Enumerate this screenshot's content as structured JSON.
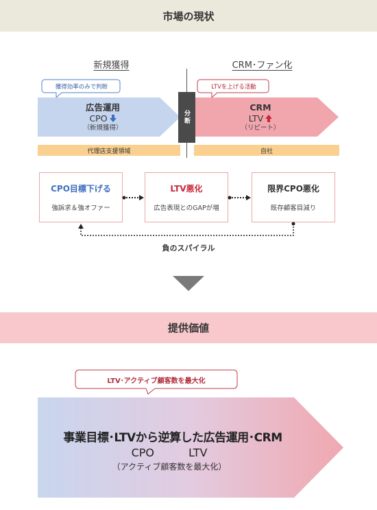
{
  "market": {
    "title": "市場の現状",
    "left_title": "新規獲得",
    "right_title": "CRM･ファン化",
    "left_bubble": "獲得効率のみで判断",
    "right_bubble": "LTVを上げる活動",
    "left_arrow": {
      "main": "広告運用",
      "metric": "CPO",
      "note": "（新規獲得）"
    },
    "right_arrow": {
      "main": "CRM",
      "metric": "LTV",
      "note": "（リピート）"
    },
    "divider": "分断",
    "left_band": "代理店支援領域",
    "right_band": "自社",
    "boxes": [
      {
        "title": "CPO目標下げる",
        "sub": "強訴求＆強オファー"
      },
      {
        "title": "LTV悪化",
        "sub": "広告表現とのGAPが増"
      },
      {
        "title": "限界CPO悪化",
        "sub": "既存顧客目減り"
      }
    ],
    "spiral_label": "負のスパイラル"
  },
  "value": {
    "title": "提供価値",
    "bubble": "LTV･アクティブ顧客数を最大化",
    "line1": "事業目標･LTVから逆算した広告運用･CRM",
    "metric_left": "CPO",
    "metric_right": "LTV",
    "line3": "（アクティブ顧客数を最大化）"
  },
  "colors": {
    "header_beige": "#ebe8dc",
    "header_pink": "#f8c8cc",
    "blue_arrow": "#c5d5ee",
    "red_arrow": "#f1a6ae",
    "band": "#f9d08f",
    "blue_text": "#3f6fc0",
    "red_text": "#c8283a",
    "gray_arrow": "#7a7a7a"
  }
}
